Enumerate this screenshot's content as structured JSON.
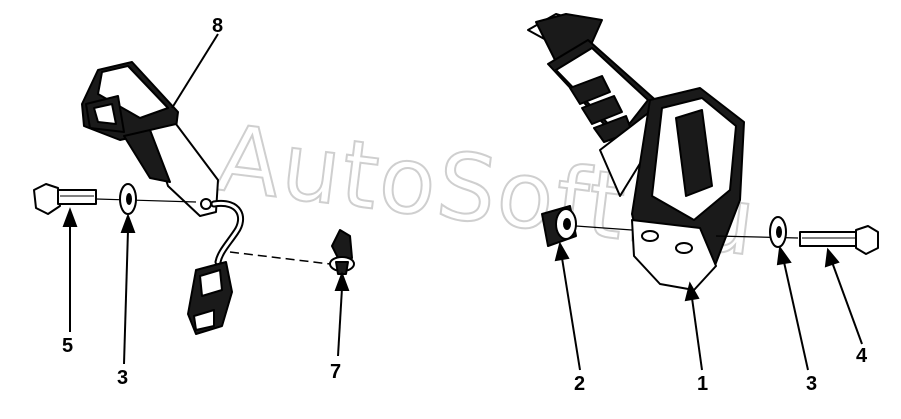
{
  "watermark": {
    "text": "AutoSoft.ru"
  },
  "callouts": [
    {
      "id": "callout-8",
      "number": "8"
    },
    {
      "id": "callout-5",
      "number": "5"
    },
    {
      "id": "callout-3-left",
      "number": "3"
    },
    {
      "id": "callout-7",
      "number": "7"
    },
    {
      "id": "callout-2",
      "number": "2"
    },
    {
      "id": "callout-1",
      "number": "1"
    },
    {
      "id": "callout-3-right",
      "number": "3"
    },
    {
      "id": "callout-4",
      "number": "4"
    }
  ],
  "colors": {
    "line": "#000000",
    "background": "#ffffff",
    "watermark": "#cfcfcf"
  }
}
